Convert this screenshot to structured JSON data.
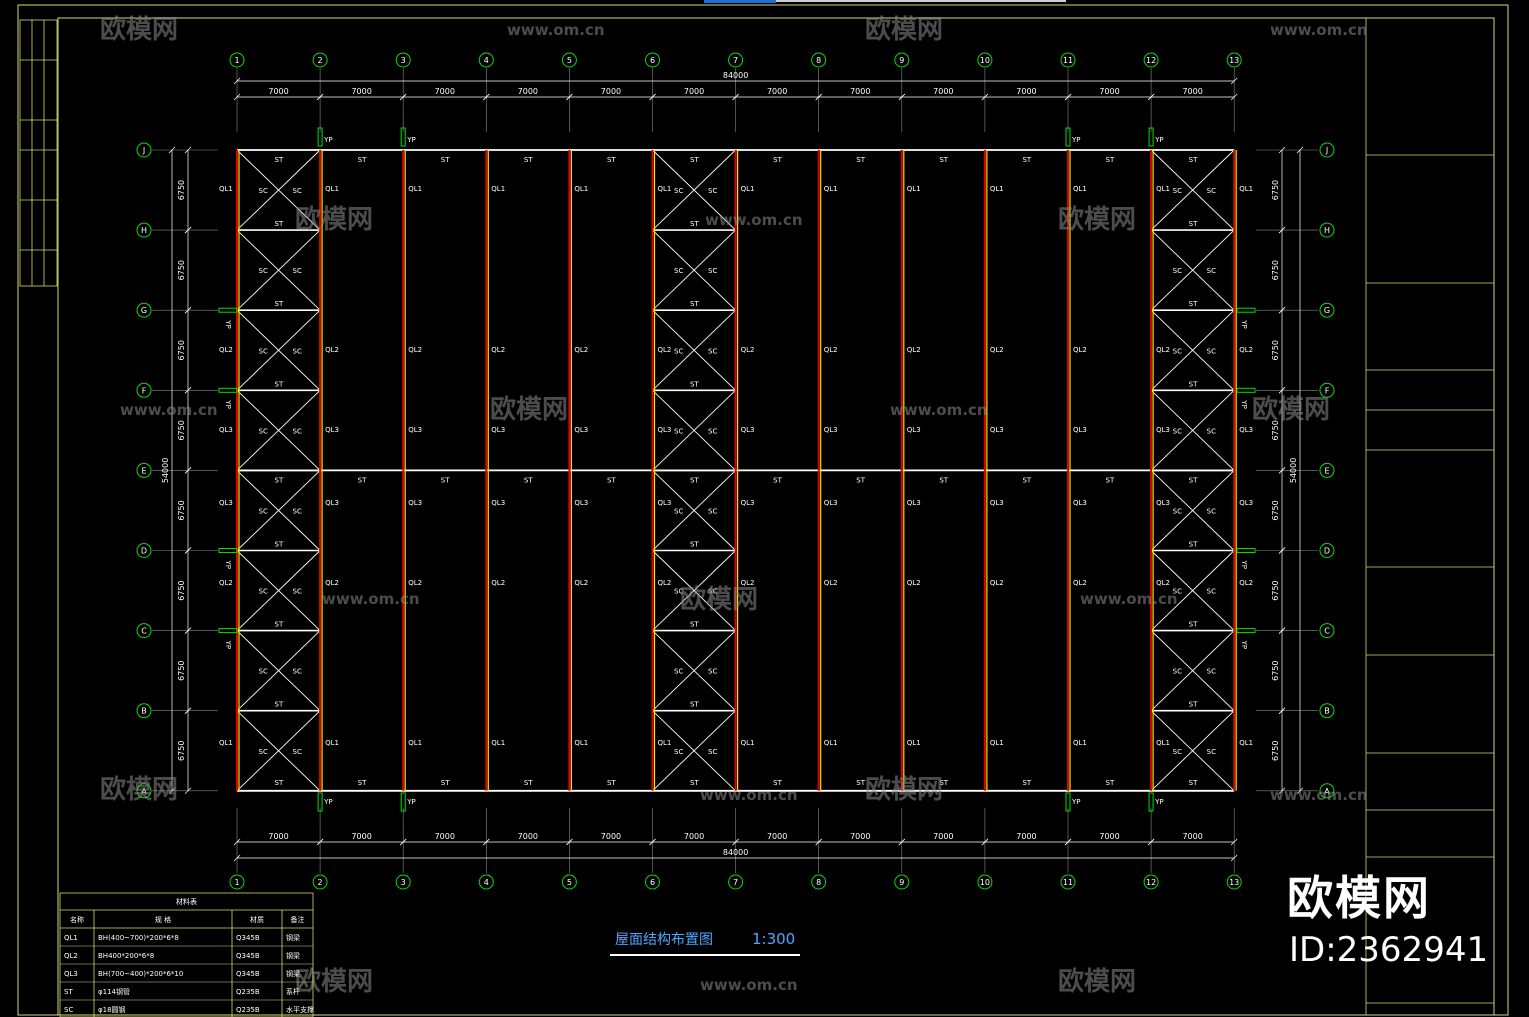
{
  "plan": {
    "title": "屋面结构布置图",
    "scale": "1:300",
    "column_axes": [
      "1",
      "2",
      "3",
      "4",
      "5",
      "6",
      "7",
      "8",
      "9",
      "10",
      "11",
      "12",
      "13"
    ],
    "row_axes": [
      "J",
      "H",
      "G",
      "F",
      "E",
      "D",
      "C",
      "B",
      "A"
    ],
    "bay_width": "7000",
    "total_width": "84000",
    "bay_depth": "6750",
    "total_depth": "54000",
    "beam_labels_by_band": [
      "QL1",
      "QL2",
      "QL3",
      "QL3",
      "QL2",
      "QL1"
    ],
    "tie_label": "ST",
    "brace_label": "SC",
    "column_brace_label": "YP"
  },
  "legend": {
    "title": "材料表",
    "headers": [
      "名称",
      "规 格",
      "材质",
      "备注"
    ],
    "rows": [
      [
        "QL1",
        "BH(400~700)*200*6*8",
        "Q345B",
        "钢梁"
      ],
      [
        "QL2",
        "BH400*200*6*8",
        "Q345B",
        "钢梁"
      ],
      [
        "QL3",
        "BH(700~400)*200*6*10",
        "Q345B",
        "钢梁"
      ],
      [
        "ST",
        "φ114钢管",
        "Q235B",
        "系杆"
      ],
      [
        "SC",
        "φ18圆钢",
        "Q235B",
        "水平支撑"
      ]
    ]
  },
  "watermark": {
    "logo": "欧模网",
    "id": "ID:2362941",
    "url": "www.om.cn"
  },
  "colors": {
    "beam_red": "#e00000",
    "column_yellow": "#e8e800",
    "axis_green": "#00e000",
    "text_white": "#ffffff",
    "frame_yellow": "#d8d870"
  }
}
